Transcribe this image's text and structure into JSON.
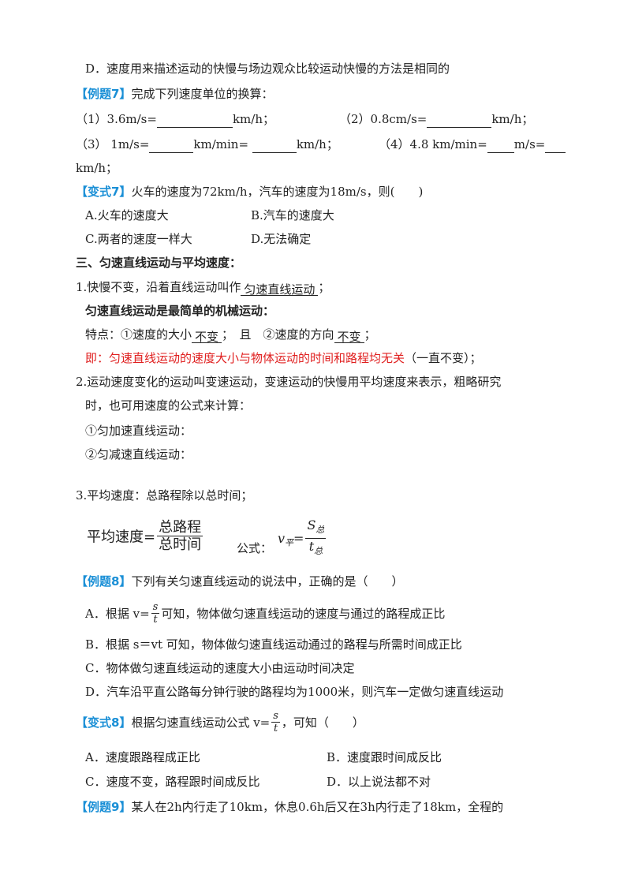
{
  "q_d": "D．速度用来描述运动的快慢与场边观众比较运动快慢的方法是相同的",
  "ex7": {
    "tag": "【例题7】",
    "text": "完成下列速度单位的换算："
  },
  "ex7_items": {
    "i1a": "（1）3.6m/s=",
    "i1b": "km/h；",
    "i2a": "（2）0.8cm/s=",
    "i2b": "km/h；",
    "i3a": "（3） 1m/s=",
    "i3b": "km/min=",
    "i3c": "km/h；",
    "i4a": "（4）4.8 km/min=",
    "i4b": "m/s=",
    "i4c": "km/h；"
  },
  "var7": {
    "tag": "【变式7】",
    "text": "火车的速度为72km/h，汽车的速度为18m/s，则(　　)"
  },
  "var7_opts": {
    "a": "A.火车的速度大",
    "b": "B.汽车的速度大",
    "c": "C.两者的速度一样大",
    "d": "D.无法确定"
  },
  "sec3_title": "三、匀速直线运动与平均速度：",
  "p1": {
    "a": "1.快慢不变，沿着直线运动叫作",
    "blank": "匀速直线运动",
    "b": "；"
  },
  "p1_bold": "匀速直线运动是最简单的机械运动：",
  "p1_feat": {
    "a": "特点：①速度的大小",
    "blank1": "不变",
    "b": "；　且　②速度的方向",
    "blank2": "不变",
    "c": "；"
  },
  "p1_ie": {
    "a": "即：",
    "red": "匀速直线运动的速度大小与物体运动的时间和路程均无关",
    "b": "（一直不变）；"
  },
  "p2": {
    "l1": "2.运动速度变化的运动叫变速运动，变速运动的快慢用平均速度来表示，粗略研究",
    "l2": "时，也可用速度的公式来计算："
  },
  "p2_items": {
    "a": "①匀加速直线运动：",
    "b": "②匀减速直线运动："
  },
  "p3": "3.平均速度：总路程除以总时间；",
  "formula": {
    "lhs": "平均速度=",
    "num": "总路程",
    "den": "总时间",
    "label": "公式：",
    "v": "v",
    "vsub": "平",
    "eq": "=",
    "s": "S",
    "ssub": "总",
    "t": "t",
    "tsub": "总"
  },
  "ex8": {
    "tag": "【例题8】",
    "text": "下列有关匀速直线运动的说法中，正确的是（　　）"
  },
  "ex8_opts": {
    "a1": "A．根据 v=",
    "a_num": "s",
    "a_den": "t",
    "a2": "可知，物体做匀速直线运动的速度与通过的路程成正比",
    "b": "B．根据 s＝vt 可知，物体做匀速直线运动通过的路程与所需时间成正比",
    "c": "C．物体做匀速直线运动的速度大小由运动时间决定",
    "d": "D．汽车沿平直公路每分钟行驶的路程均为1000米，则汽车一定做匀速直线运动"
  },
  "var8": {
    "tag": "【变式8】",
    "text1": "根据匀速直线运动公式 v=",
    "num": "s",
    "den": "t",
    "text2": "，可知（　　）"
  },
  "var8_opts": {
    "a": "A．速度跟路程成正比",
    "b": "B．速度跟时间成反比",
    "c": "C．速度不变，路程跟时间成反比",
    "d": "D．以上说法都不对"
  },
  "ex9": {
    "tag": "【例题9】",
    "text": "某人在2h内行走了10km，休息0.6h后又在3h内行走了18km，全程的"
  }
}
